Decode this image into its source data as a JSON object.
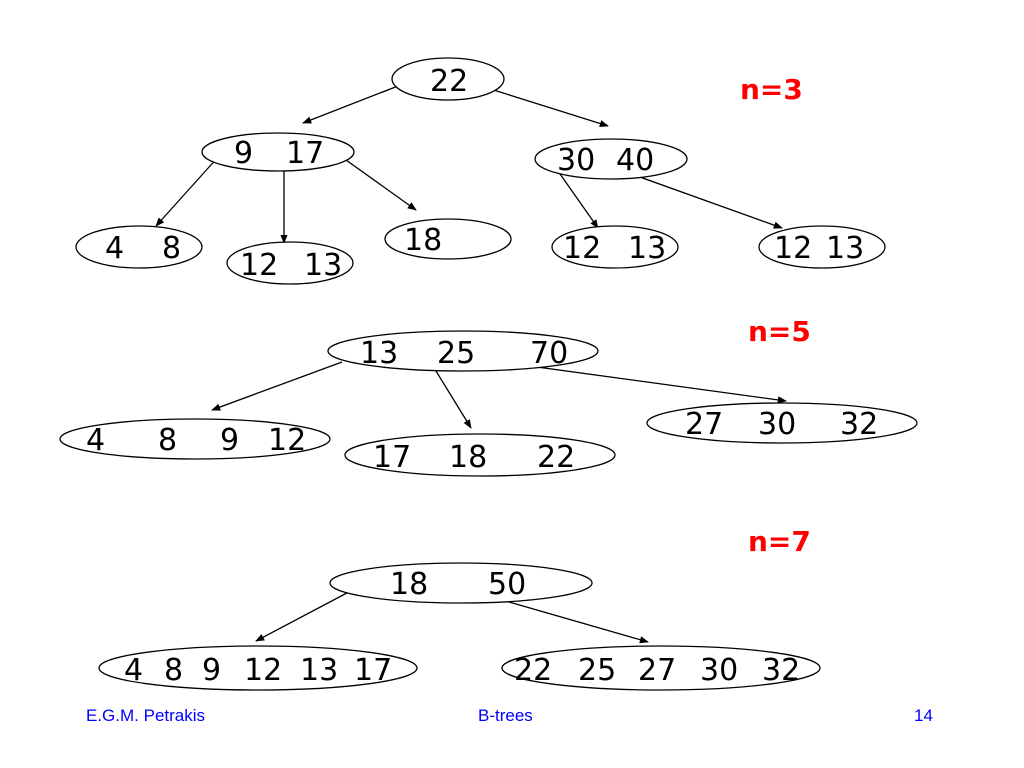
{
  "colors": {
    "label": "#ff0000",
    "footer": "#0000ff",
    "ink": "#000000"
  },
  "trees": [
    {
      "label": "n=3",
      "nodes": [
        {
          "keys": [
            "22"
          ]
        },
        {
          "keys": [
            "9",
            "17"
          ]
        },
        {
          "keys": [
            "30",
            "40"
          ]
        },
        {
          "keys": [
            "4",
            "8"
          ]
        },
        {
          "keys": [
            "12",
            "13"
          ]
        },
        {
          "keys": [
            "18"
          ]
        },
        {
          "keys": [
            "12",
            "13"
          ]
        },
        {
          "keys": [
            "12",
            "13"
          ]
        }
      ]
    },
    {
      "label": "n=5",
      "nodes": [
        {
          "keys": [
            "13",
            "25",
            "70"
          ]
        },
        {
          "keys": [
            "4",
            "8",
            "9",
            "12"
          ]
        },
        {
          "keys": [
            "17",
            "18",
            "22"
          ]
        },
        {
          "keys": [
            "27",
            "30",
            "32"
          ]
        }
      ]
    },
    {
      "label": "n=7",
      "nodes": [
        {
          "keys": [
            "18",
            "50"
          ]
        },
        {
          "keys": [
            "4",
            "8",
            "9",
            "12",
            "13",
            "17"
          ]
        },
        {
          "keys": [
            "22",
            "25",
            "27",
            "30",
            "32"
          ]
        }
      ]
    }
  ],
  "footer": {
    "author": "E.G.M. Petrakis",
    "title": "B-trees",
    "page": "14"
  }
}
